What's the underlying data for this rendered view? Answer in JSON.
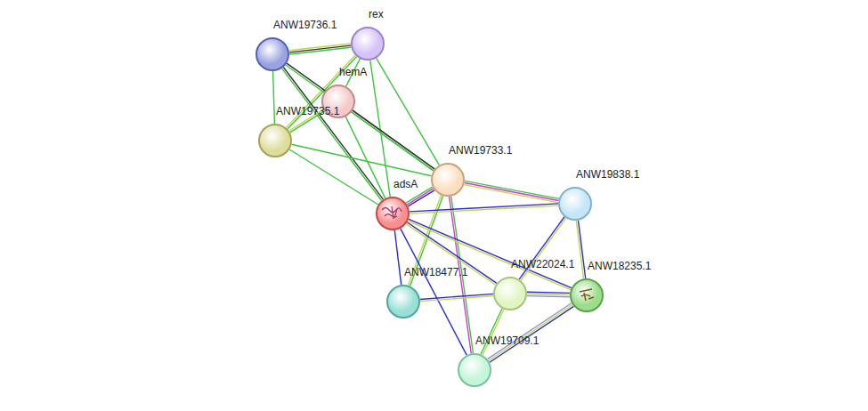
{
  "diagram": {
    "nodes": [
      {
        "text": [
          "rex"
        ]
      },
      {
        "text": [
          "ANW19736.1"
        ]
      },
      {
        "text": [
          "hemA"
        ]
      },
      {
        "text": [
          "ANW19735.1"
        ]
      },
      {
        "text": [
          "ANW19733.1"
        ]
      },
      {
        "text": [
          "ANW19838.1"
        ]
      },
      {
        "text": [
          "adsA"
        ]
      },
      {
        "text": [
          "ANW22024.1"
        ]
      },
      {
        "text": [
          "ANW18235.1"
        ]
      },
      {
        "text": [
          "ANW18477.1"
        ]
      },
      {
        "text": [
          "ANW19709.1"
        ]
      }
    ],
    "edges": [
      {
        "from": 0,
        "to": 1,
        "arrow": "none"
      },
      {
        "from": 0,
        "to": 2,
        "arrow": "none"
      },
      {
        "from": 0,
        "to": 3,
        "arrow": "none"
      },
      {
        "from": 0,
        "to": 4,
        "arrow": "none"
      },
      {
        "from": 0,
        "to": 6,
        "arrow": "none"
      },
      {
        "from": 1,
        "to": 3,
        "arrow": "none"
      },
      {
        "from": 1,
        "to": 4,
        "arrow": "none"
      },
      {
        "from": 1,
        "to": 6,
        "arrow": "none"
      },
      {
        "from": 2,
        "to": 3,
        "arrow": "none"
      },
      {
        "from": 2,
        "to": 4,
        "arrow": "none"
      },
      {
        "from": 2,
        "to": 6,
        "arrow": "none"
      },
      {
        "from": 3,
        "to": 4,
        "arrow": "none"
      },
      {
        "from": 3,
        "to": 6,
        "arrow": "none"
      },
      {
        "from": 4,
        "to": 6,
        "arrow": "none"
      },
      {
        "from": 4,
        "to": 5,
        "arrow": "none"
      },
      {
        "from": 4,
        "to": 9,
        "arrow": "none"
      },
      {
        "from": 4,
        "to": 10,
        "arrow": "none"
      },
      {
        "from": 6,
        "to": 5,
        "arrow": "none"
      },
      {
        "from": 6,
        "to": 7,
        "arrow": "none"
      },
      {
        "from": 6,
        "to": 8,
        "arrow": "none"
      },
      {
        "from": 6,
        "to": 9,
        "arrow": "none"
      },
      {
        "from": 6,
        "to": 10,
        "arrow": "none"
      },
      {
        "from": 5,
        "to": 7,
        "arrow": "none"
      },
      {
        "from": 5,
        "to": 8,
        "arrow": "none"
      },
      {
        "from": 7,
        "to": 9,
        "arrow": "none"
      },
      {
        "from": 7,
        "to": 8,
        "arrow": "none"
      },
      {
        "from": 7,
        "to": 10,
        "arrow": "none"
      },
      {
        "from": 8,
        "to": 10,
        "arrow": "none"
      }
    ]
  }
}
